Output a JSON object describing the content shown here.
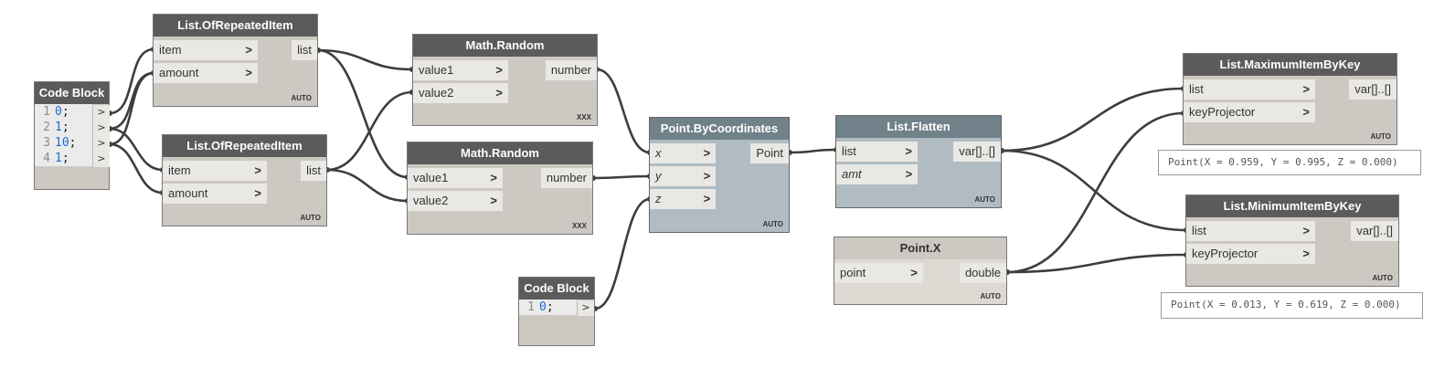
{
  "nodes": {
    "code_block_1": {
      "title": "Code Block",
      "lines": [
        {
          "num": "1",
          "value": "0",
          "semi": ";"
        },
        {
          "num": "2",
          "value": "1",
          "semi": ";"
        },
        {
          "num": "3",
          "value": "10",
          "semi": ";"
        },
        {
          "num": "4",
          "value": "1",
          "semi": ";"
        }
      ],
      "output_glyph": ">"
    },
    "repeat_1": {
      "title": "List.OfRepeatedItem",
      "in1": "item",
      "in2": "amount",
      "out": "list",
      "lacing": "AUTO"
    },
    "repeat_2": {
      "title": "List.OfRepeatedItem",
      "in1": "item",
      "in2": "amount",
      "out": "list",
      "lacing": "AUTO"
    },
    "random_1": {
      "title": "Math.Random",
      "in1": "value1",
      "in2": "value2",
      "out": "number",
      "lacing": "XXX"
    },
    "random_2": {
      "title": "Math.Random",
      "in1": "value1",
      "in2": "value2",
      "out": "number",
      "lacing": "XXX"
    },
    "code_block_2": {
      "title": "Code Block",
      "lines": [
        {
          "num": "1",
          "value": "0",
          "semi": ";"
        }
      ],
      "output_glyph": ">"
    },
    "point_by_coords": {
      "title": "Point.ByCoordinates",
      "in1": "x",
      "in2": "y",
      "in3": "z",
      "out": "Point",
      "lacing": "AUTO"
    },
    "flatten": {
      "title": "List.Flatten",
      "in1": "list",
      "in2": "amt",
      "out": "var[]..[]",
      "lacing": "AUTO"
    },
    "point_x": {
      "title": "Point.X",
      "in1": "point",
      "out": "double",
      "lacing": "AUTO"
    },
    "max_by_key": {
      "title": "List.MaximumItemByKey",
      "in1": "list",
      "in2": "keyProjector",
      "out": "var[]..[]",
      "lacing": "AUTO",
      "preview": "Point(X = 0.959, Y = 0.995, Z = 0.000)"
    },
    "min_by_key": {
      "title": "List.MinimumItemByKey",
      "in1": "list",
      "in2": "keyProjector",
      "out": "var[]..[]",
      "lacing": "AUTO",
      "preview": "Point(X = 0.013, Y = 0.619, Z = 0.000)"
    }
  },
  "colors": {
    "wire": "#3d3d3d",
    "header": "#5b5b5b",
    "header_selected": "#71818a",
    "body": "#cdc8c2",
    "body_selected": "#b1bcc2",
    "number": "#1d6bd0"
  }
}
